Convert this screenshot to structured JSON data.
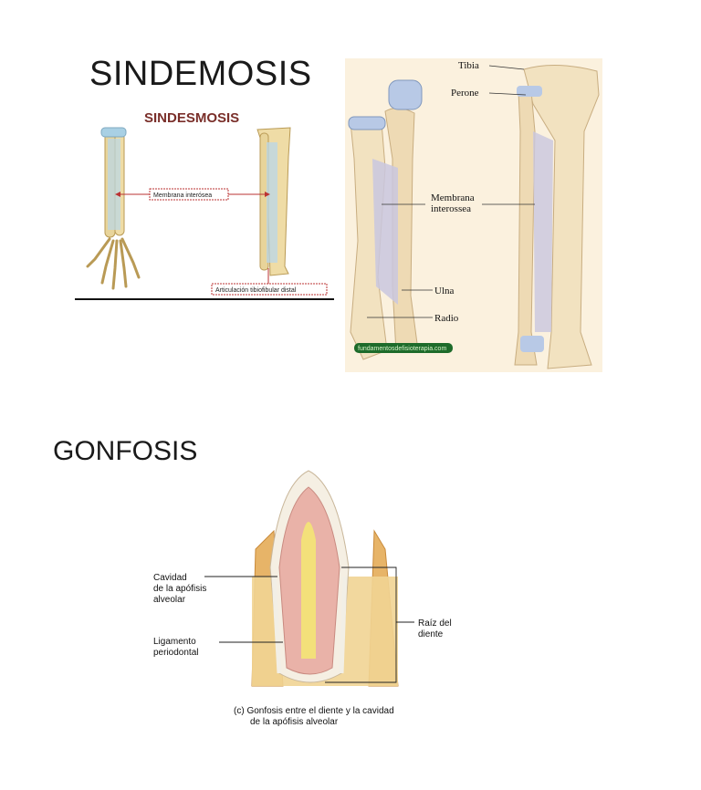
{
  "titles": {
    "sindemosis": "SINDEMOSIS",
    "gonfosis": "GONFOSIS"
  },
  "fig1": {
    "heading": "SINDESMOSIS",
    "membrane_label": "Membrana interósea",
    "joint_label": "Articulación tibiofibular distal"
  },
  "fig2": {
    "tibia": "Tibia",
    "perone": "Perone",
    "membrana_1": "Membrana",
    "membrana_2": "interossea",
    "ulna": "Ulna",
    "radio": "Radio",
    "watermark": "fundamentosdefisioterapia.com"
  },
  "fig3": {
    "cavidad_1": "Cavidad",
    "cavidad_2": "de la apófisis",
    "cavidad_3": "alveolar",
    "ligamento_1": "Ligamento",
    "ligamento_2": "periodontal",
    "raiz_1": "Raíz del",
    "raiz_2": "diente",
    "caption_1": "(c) Gonfosis entre el diente y la cavidad",
    "caption_2": "de la apófisis alveolar"
  }
}
